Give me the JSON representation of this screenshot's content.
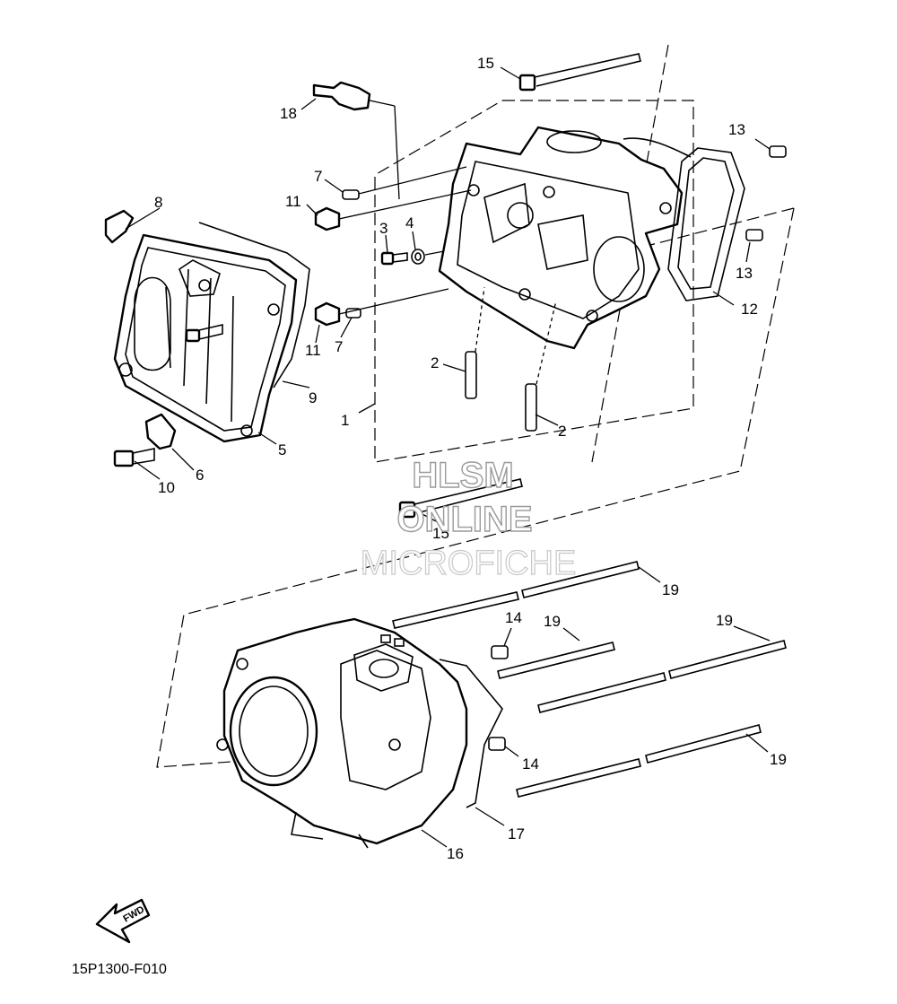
{
  "diagram": {
    "figure_code": "15P1300-F010",
    "fwd_label": "FWD",
    "watermark": [
      "HLSM",
      "ONLINE",
      "MICROFICHE"
    ],
    "callouts": [
      {
        "id": "c15a",
        "label": "15"
      },
      {
        "id": "c18",
        "label": "18"
      },
      {
        "id": "c13a",
        "label": "13"
      },
      {
        "id": "c8",
        "label": "8"
      },
      {
        "id": "c7a",
        "label": "7"
      },
      {
        "id": "c11a",
        "label": "11"
      },
      {
        "id": "c3",
        "label": "3"
      },
      {
        "id": "c4",
        "label": "4"
      },
      {
        "id": "c13b",
        "label": "13"
      },
      {
        "id": "c12",
        "label": "12"
      },
      {
        "id": "c11b",
        "label": "11"
      },
      {
        "id": "c7b",
        "label": "7"
      },
      {
        "id": "c2a",
        "label": "2"
      },
      {
        "id": "c9",
        "label": "9"
      },
      {
        "id": "c1",
        "label": "1"
      },
      {
        "id": "c2b",
        "label": "2"
      },
      {
        "id": "c5",
        "label": "5"
      },
      {
        "id": "c6",
        "label": "6"
      },
      {
        "id": "c10",
        "label": "10"
      },
      {
        "id": "c15b",
        "label": "15"
      },
      {
        "id": "c19a",
        "label": "19"
      },
      {
        "id": "c14a",
        "label": "14"
      },
      {
        "id": "c19b",
        "label": "19"
      },
      {
        "id": "c19c",
        "label": "19"
      },
      {
        "id": "c14b",
        "label": "14"
      },
      {
        "id": "c19d",
        "label": "19"
      },
      {
        "id": "c17",
        "label": "17"
      },
      {
        "id": "c16",
        "label": "16"
      }
    ]
  }
}
